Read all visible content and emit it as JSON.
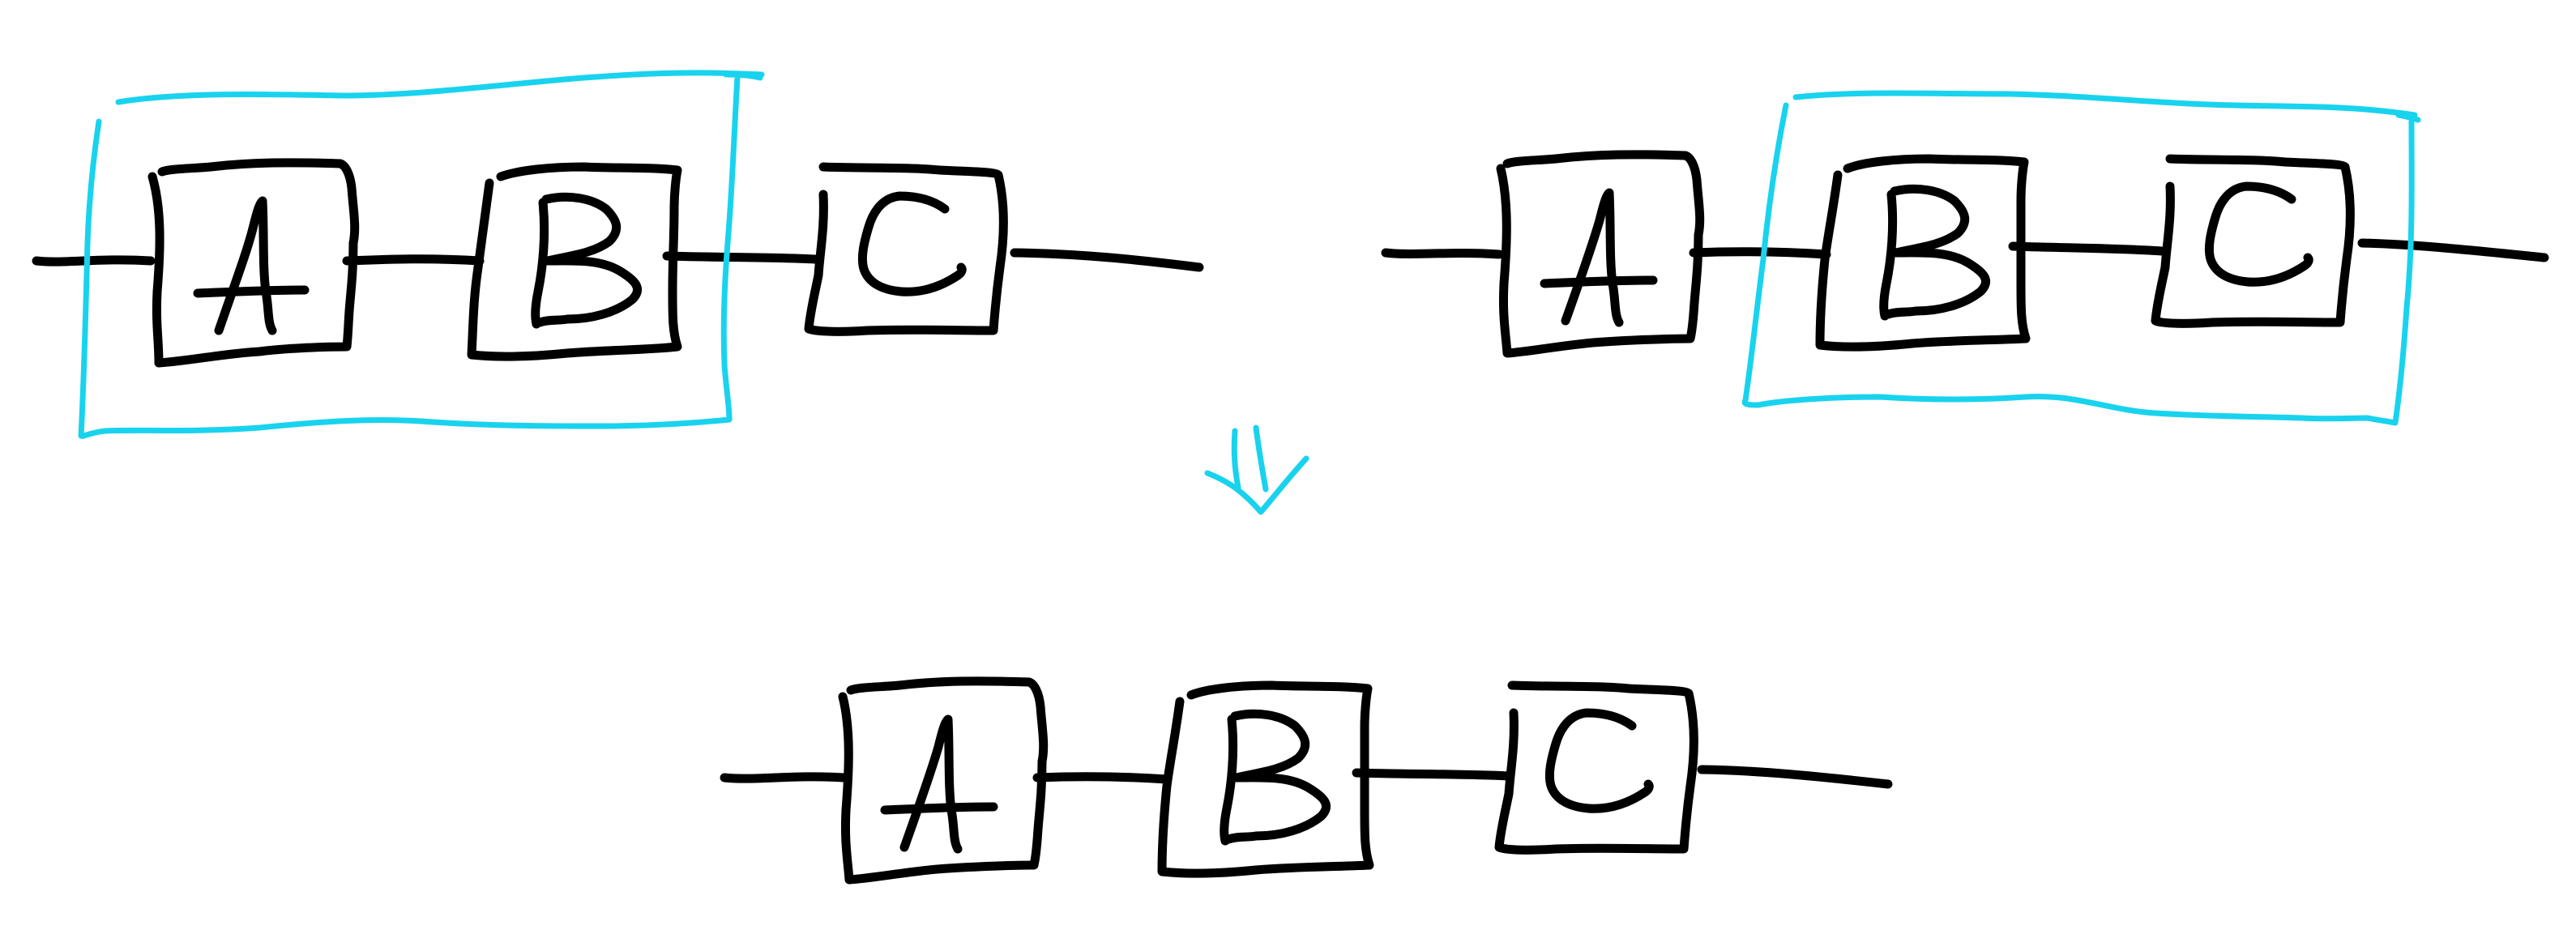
{
  "diagram": {
    "rows": [
      {
        "id": "top-left",
        "boxes": [
          {
            "label": "A"
          },
          {
            "label": "B"
          },
          {
            "label": "C"
          }
        ],
        "grouped": [
          "A",
          "B"
        ]
      },
      {
        "id": "top-right",
        "boxes": [
          {
            "label": "A"
          },
          {
            "label": "B"
          },
          {
            "label": "C"
          }
        ],
        "grouped": [
          "B",
          "C"
        ]
      },
      {
        "id": "bottom",
        "boxes": [
          {
            "label": "A"
          },
          {
            "label": "B"
          },
          {
            "label": "C"
          }
        ],
        "grouped": []
      }
    ],
    "colors": {
      "ink": "#000000",
      "group_bracket": "#19d3ee",
      "arrow": "#19d3ee",
      "background": "#ffffff"
    },
    "arrow_icon": "double-arrow-down-icon"
  }
}
